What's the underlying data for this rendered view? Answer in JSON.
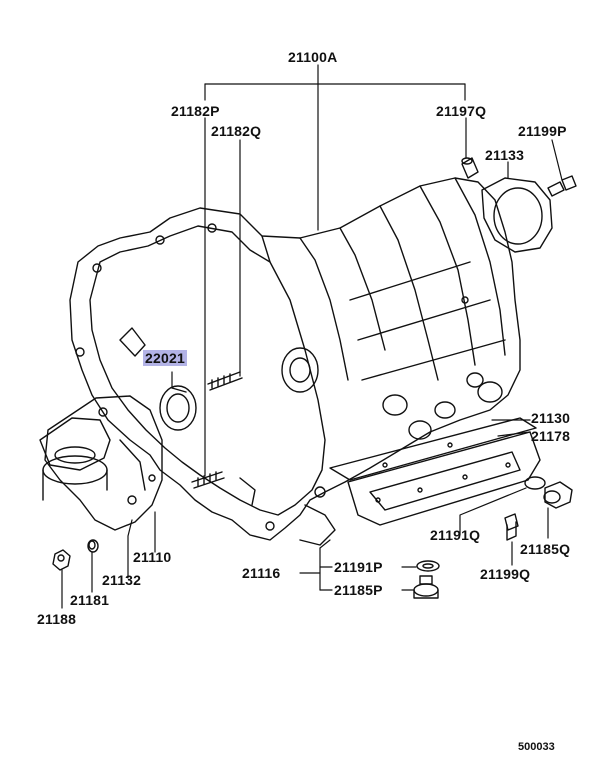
{
  "diagram": {
    "highlight_color": "#b3b3e6",
    "labels": {
      "p21100A": "21100A",
      "p21182P": "21182P",
      "p21182Q": "21182Q",
      "p21197Q": "21197Q",
      "p21199P": "21199P",
      "p21133": "21133",
      "p22021": "22021",
      "p21130": "21130",
      "p21178": "21178",
      "p21191Q": "21191Q",
      "p21185Q": "21185Q",
      "p21199Q": "21199Q",
      "p21110": "21110",
      "p21132": "21132",
      "p21181": "21181",
      "p21188": "21188",
      "p21116": "21116",
      "p21191P": "21191P",
      "p21185P": "21185P"
    },
    "reference_number": "500033"
  }
}
